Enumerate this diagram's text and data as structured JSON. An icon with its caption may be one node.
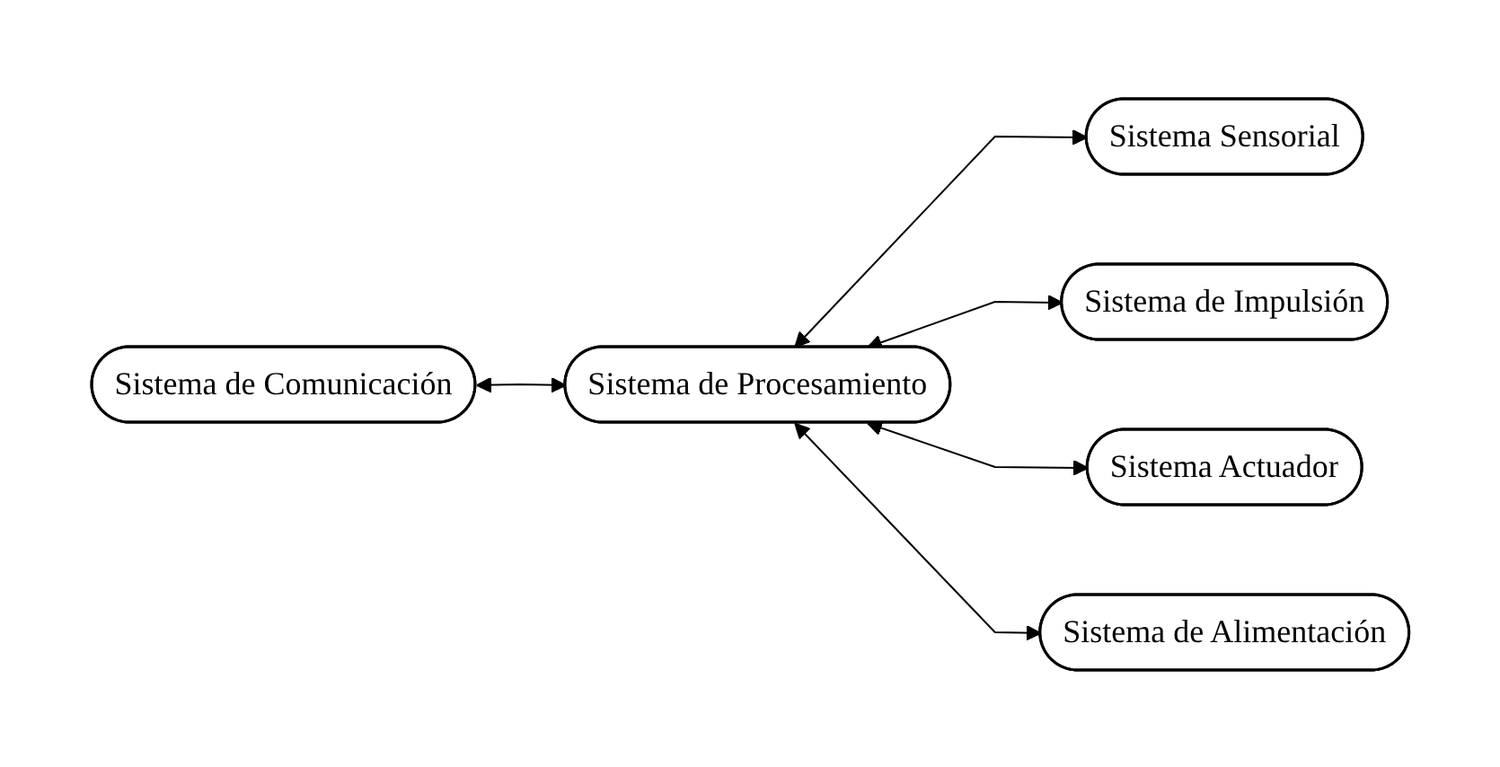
{
  "diagram": {
    "nodes": [
      {
        "text": [
          "Sistema Sensorial"
        ]
      },
      {
        "text": [
          "Sistema de Comunicación"
        ]
      },
      {
        "text": [
          "Sistema de Impulsión"
        ]
      },
      {
        "text": [
          "Sistema de Procesamiento"
        ]
      },
      {
        "text": [
          "Sistema Actuador"
        ]
      },
      {
        "text": [
          "Sistema de Alimentación"
        ]
      }
    ],
    "edges": [
      {
        "from": 3,
        "to": 0,
        "arrow": "both"
      },
      {
        "from": 1,
        "to": 3,
        "arrow": "both"
      },
      {
        "from": 3,
        "to": 2,
        "arrow": "both"
      },
      {
        "from": 3,
        "to": 4,
        "arrow": "both"
      },
      {
        "from": 3,
        "to": 5,
        "arrow": "both"
      }
    ]
  }
}
